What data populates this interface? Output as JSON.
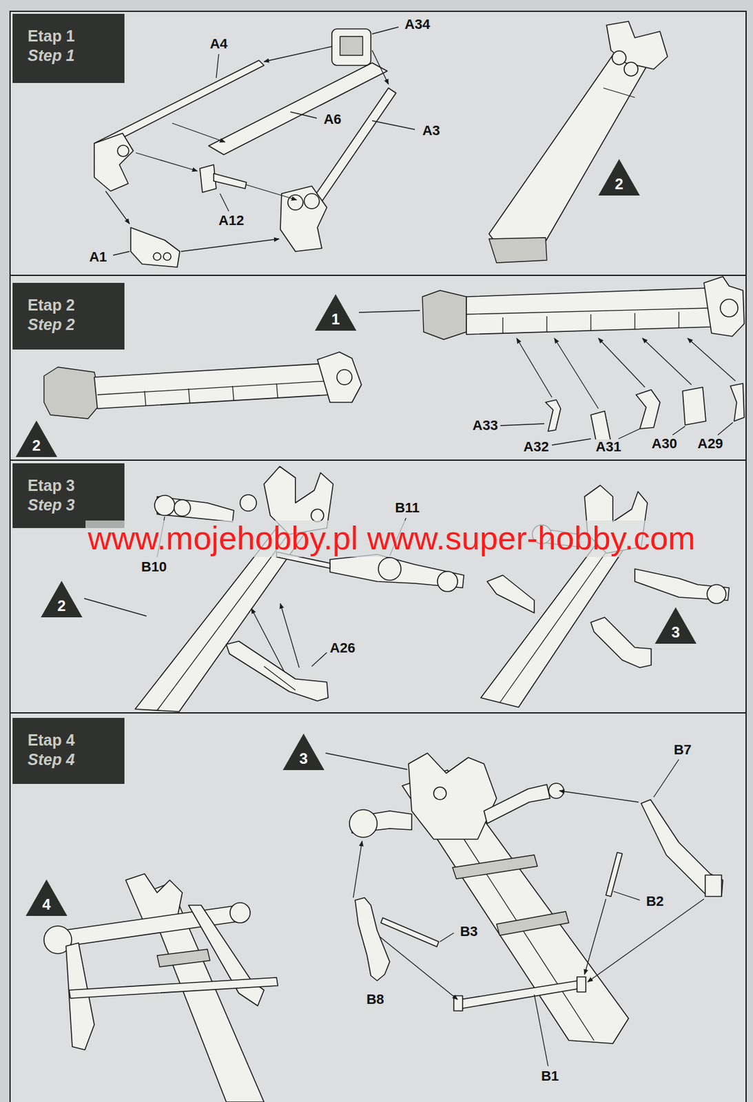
{
  "diagram": {
    "nodes": [
      {
        "text": [
          "Etap 1",
          "Step 1"
        ]
      },
      {
        "text": [
          "2"
        ]
      },
      {
        "text": [
          "Etap 2",
          "Step 2"
        ]
      },
      {
        "text": [
          "1"
        ]
      },
      {
        "text": [
          "2"
        ]
      },
      {
        "text": [
          "Etap 3",
          "Step 3"
        ]
      },
      {
        "text": [
          "2"
        ]
      },
      {
        "text": [
          "3"
        ]
      },
      {
        "text": [
          "Etap 4",
          "Step 4"
        ]
      },
      {
        "text": [
          "3"
        ]
      },
      {
        "text": [
          "4"
        ]
      }
    ],
    "labels": [
      "A34",
      "A4",
      "A6",
      "A3",
      "A12",
      "A1",
      "A33",
      "A32",
      "A31",
      "A30",
      "A29",
      "B11",
      "www.mojehobby.pl www.super-hobby.com",
      "B10",
      "A26",
      "B7",
      "B2",
      "B3",
      "B8",
      "B1"
    ]
  }
}
